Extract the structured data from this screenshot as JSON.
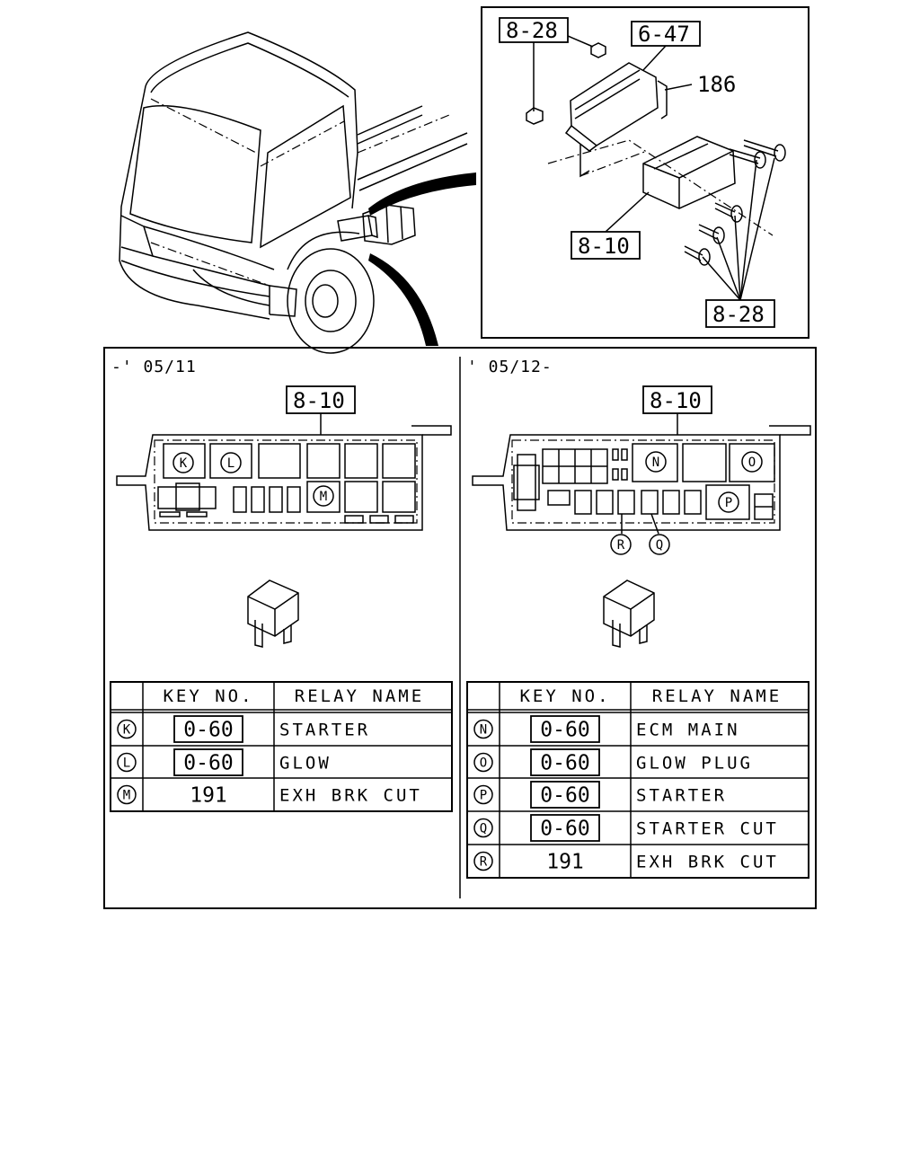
{
  "callouts": {
    "top_8_28": "8-28",
    "top_6_47": "6-47",
    "top_186": "186",
    "top_8_10": "8-10",
    "bottom_8_28": "8-28"
  },
  "left": {
    "period": "-' 05/11",
    "box_part": "8-10",
    "relay_keys": [
      "K",
      "L",
      "M"
    ],
    "table": {
      "headers": [
        "KEY NO.",
        "RELAY NAME"
      ],
      "rows": [
        {
          "key": "K",
          "key_no": "0-60",
          "boxed": true,
          "name": "STARTER"
        },
        {
          "key": "L",
          "key_no": "0-60",
          "boxed": true,
          "name": "GLOW"
        },
        {
          "key": "M",
          "key_no": "191",
          "boxed": false,
          "name": "EXH BRK CUT"
        }
      ]
    }
  },
  "right": {
    "period": "' 05/12-",
    "box_part": "8-10",
    "relay_keys": [
      "N",
      "O",
      "P",
      "Q",
      "R"
    ],
    "table": {
      "headers": [
        "KEY NO.",
        "RELAY NAME"
      ],
      "rows": [
        {
          "key": "N",
          "key_no": "0-60",
          "boxed": true,
          "name": "ECM MAIN"
        },
        {
          "key": "O",
          "key_no": "0-60",
          "boxed": true,
          "name": "GLOW PLUG"
        },
        {
          "key": "P",
          "key_no": "0-60",
          "boxed": true,
          "name": "STARTER"
        },
        {
          "key": "Q",
          "key_no": "0-60",
          "boxed": true,
          "name": "STARTER CUT"
        },
        {
          "key": "R",
          "key_no": "191",
          "boxed": false,
          "name": "EXH BRK CUT"
        }
      ]
    }
  }
}
